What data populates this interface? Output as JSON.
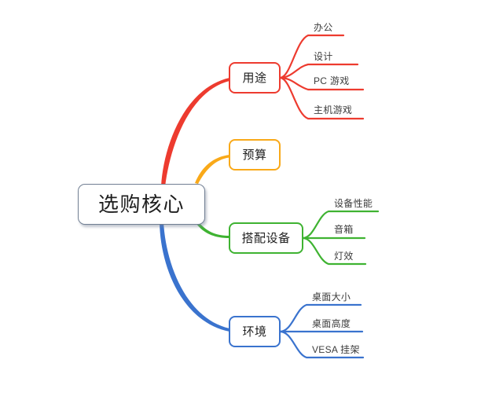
{
  "diagram": {
    "type": "mind-map",
    "title": "选购核心",
    "background_color": "#ffffff",
    "root": {
      "label": "选购核心",
      "border_color": "#717f93",
      "text_color": "#1f1f1f"
    },
    "branches": [
      {
        "id": "usage",
        "label": "用途",
        "color": "#ED3B2F",
        "children": [
          {
            "label": "办公"
          },
          {
            "label": "设计"
          },
          {
            "label": "PC 游戏"
          },
          {
            "label": "主机游戏"
          }
        ]
      },
      {
        "id": "budget",
        "label": "预算",
        "color": "#F9A919",
        "children": []
      },
      {
        "id": "gear",
        "label": "搭配设备",
        "color": "#3FB332",
        "children": [
          {
            "label": "设备性能"
          },
          {
            "label": "音箱"
          },
          {
            "label": "灯效"
          }
        ]
      },
      {
        "id": "environment",
        "label": "环境",
        "color": "#3A73CE",
        "children": [
          {
            "label": "桌面大小"
          },
          {
            "label": "桌面高度"
          },
          {
            "label": "VESA 挂架"
          }
        ]
      }
    ]
  }
}
